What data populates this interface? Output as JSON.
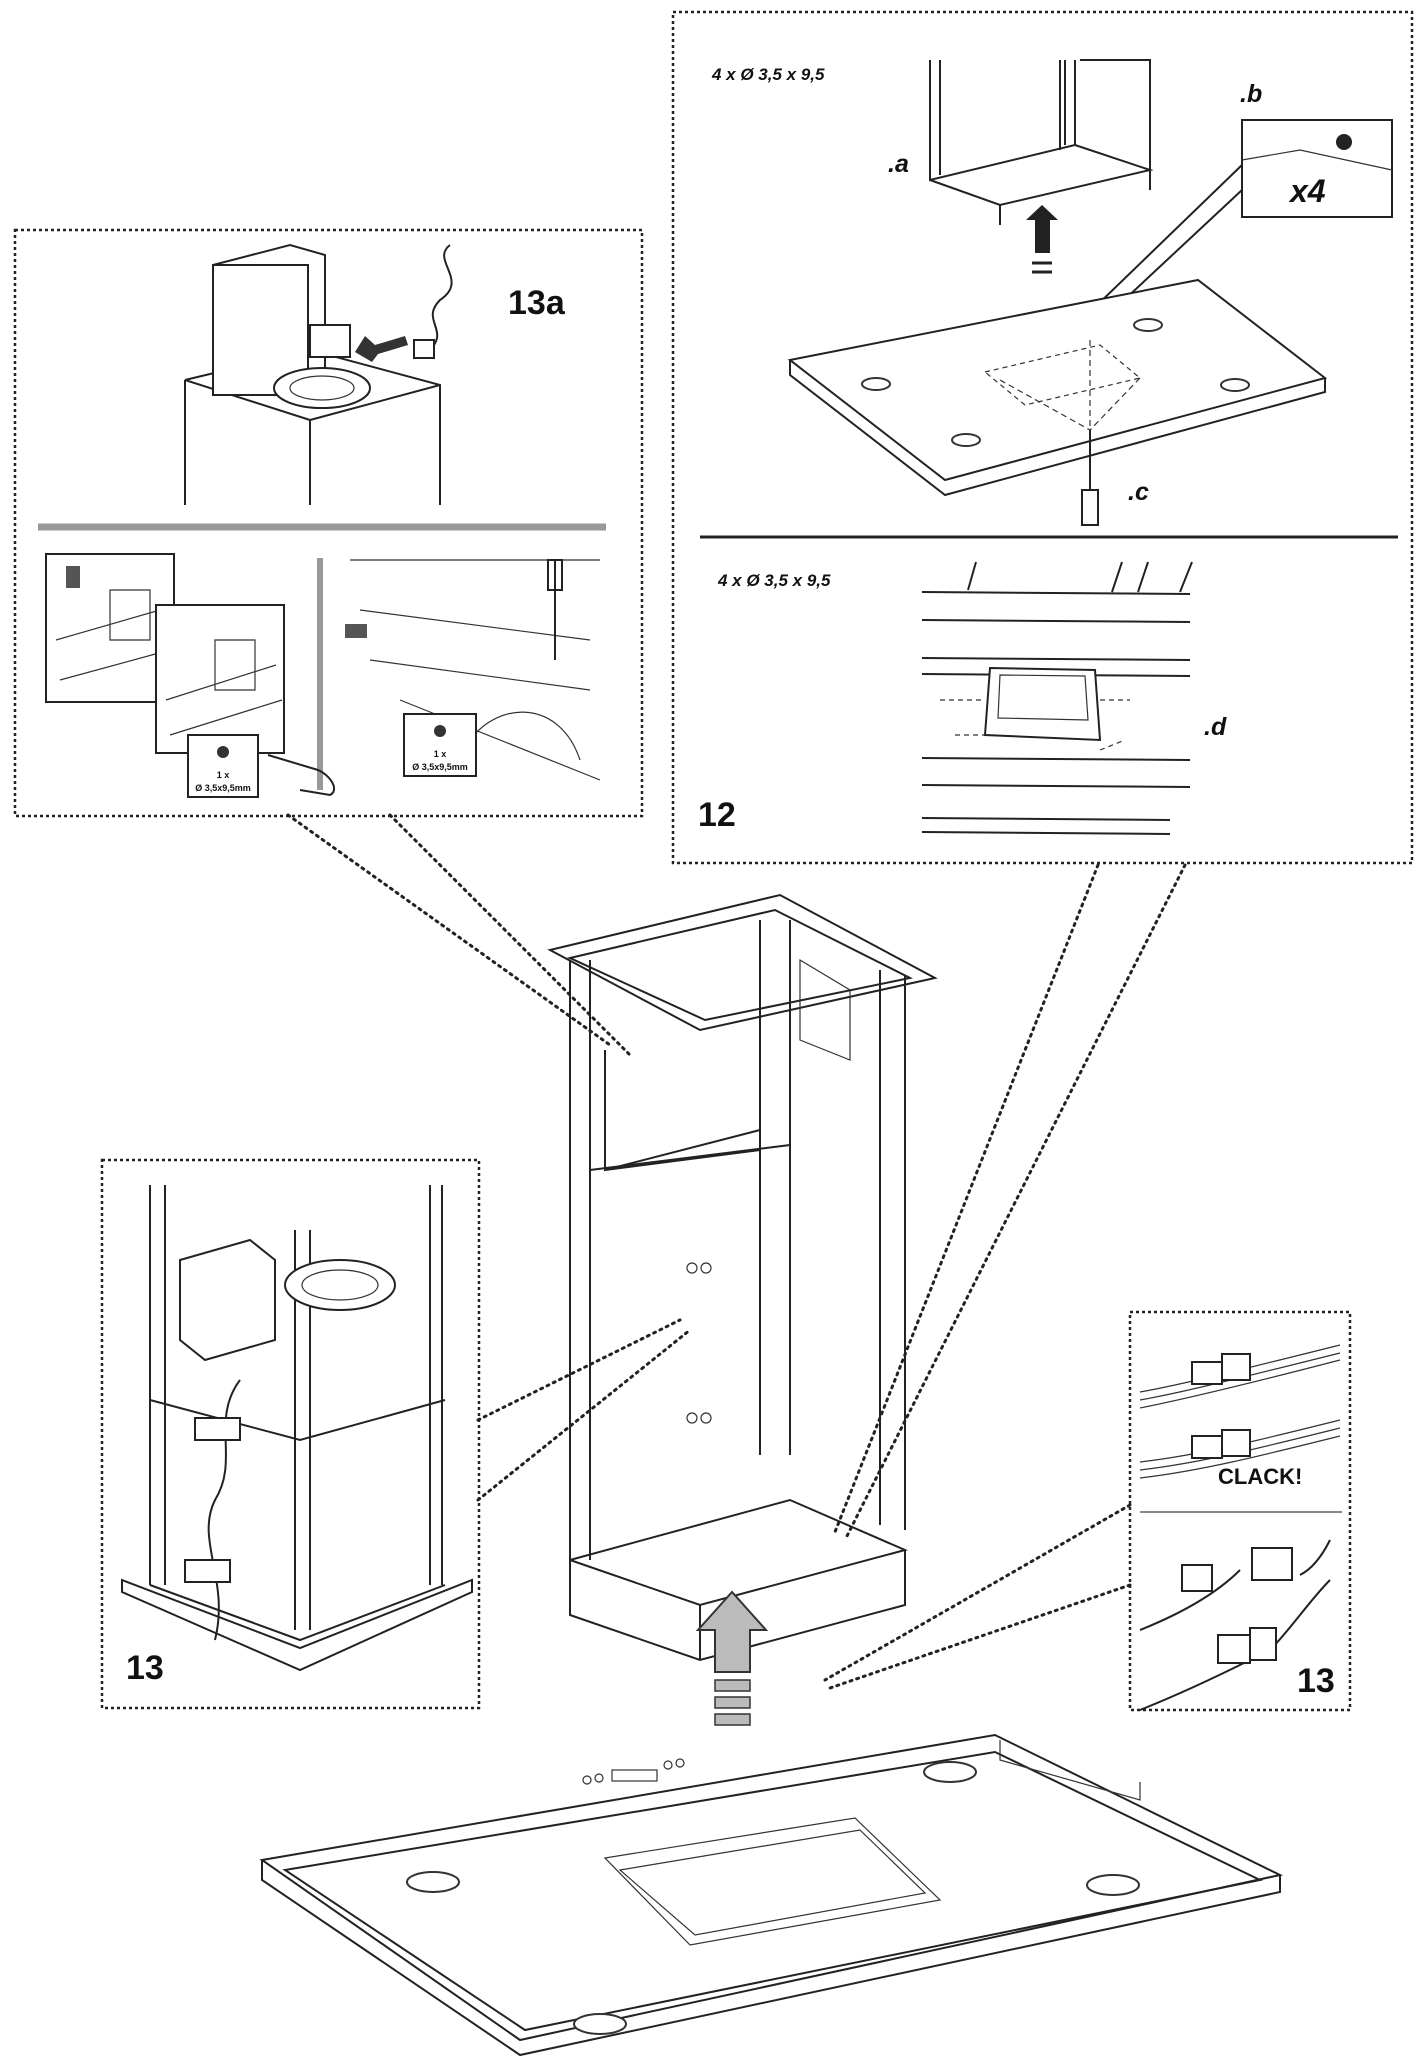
{
  "panels": {
    "step_13a": {
      "label": "13a",
      "screw_tag_line1": "1 x",
      "screw_tag_line2": "Ø 3,5x9,5mm"
    },
    "step_12": {
      "label": "12",
      "screw_spec_top": "4 x Ø 3,5 x 9,5",
      "screw_spec_bottom": "4 x Ø 3,5 x 9,5",
      "callout_a": ".a",
      "callout_b": ".b",
      "callout_c": ".c",
      "callout_d": ".d",
      "multiplier": "x4"
    },
    "step_13_left": {
      "label": "13"
    },
    "step_13_right": {
      "label": "13",
      "clack": "CLACK!"
    }
  },
  "icons": [
    "screwdriver-icon",
    "screw-icon",
    "arrow-up-icon",
    "connector-icon",
    "hand-icon"
  ]
}
